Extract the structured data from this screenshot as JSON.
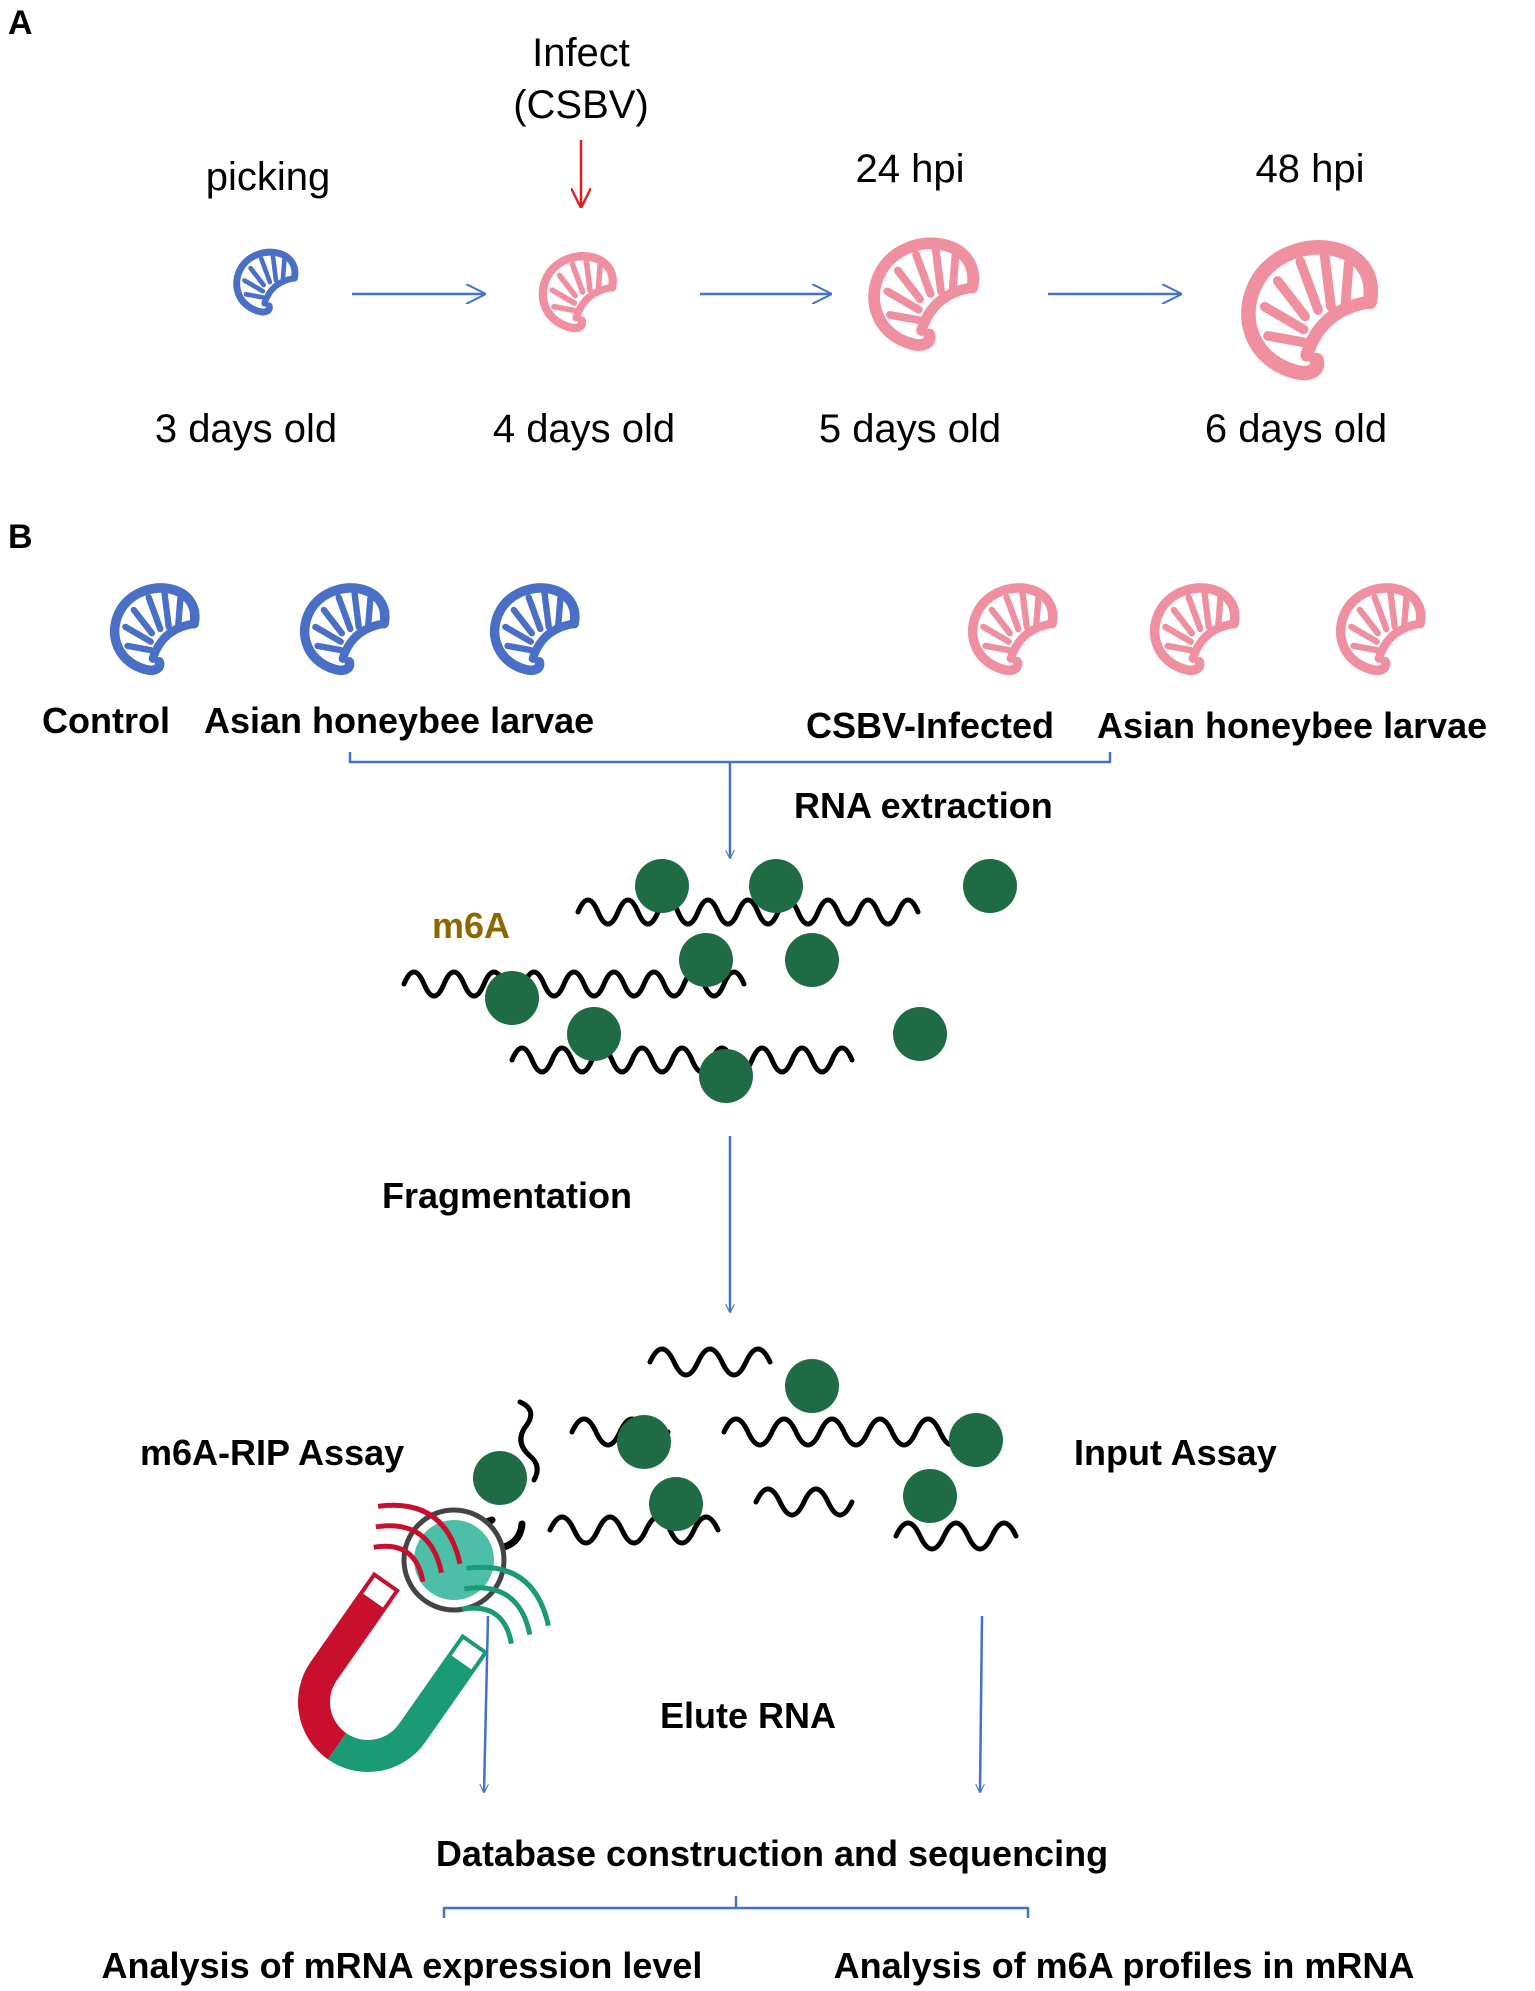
{
  "panel_a": {
    "panel_label": "A",
    "infect_label_line1": "Infect",
    "infect_label_line2": "(CSBV)",
    "stages": [
      {
        "top_label": "picking",
        "bottom_label": "3 days old",
        "color": "#4a6fc7"
      },
      {
        "top_label": "",
        "bottom_label": "4 days old",
        "color": "#ef8fa0"
      },
      {
        "top_label": "24 hpi",
        "bottom_label": "5 days old",
        "color": "#ef8fa0"
      },
      {
        "top_label": "48 hpi",
        "bottom_label": "6 days old",
        "color": "#ef8fa0"
      }
    ],
    "arrow_color": "#4472c4",
    "infect_arrow_color": "#e02020"
  },
  "panel_b": {
    "panel_label": "B",
    "control_label": "Control",
    "control_larvae_label": "Asian honeybee larvae",
    "infected_label": "CSBV-Infected",
    "infected_larvae_label": "Asian honeybee larvae",
    "rna_extraction": "RNA extraction",
    "m6a_label": "m6A",
    "fragmentation": "Fragmentation",
    "rip_assay": "m6A-RIP Assay",
    "input_assay": "Input Assay",
    "elute_rna": "Elute RNA",
    "database": "Database construction and sequencing",
    "analysis_left": "Analysis of mRNA expression level",
    "analysis_right": "Analysis of m6A profiles in mRNA",
    "control_color": "#4a6fc7",
    "infected_color": "#ef8fa0",
    "m6a_dot_color": "#1f6b45",
    "bead_color": "#4dbfa8",
    "magnet_colors": [
      "#c8102e",
      "#1a9a75"
    ]
  }
}
